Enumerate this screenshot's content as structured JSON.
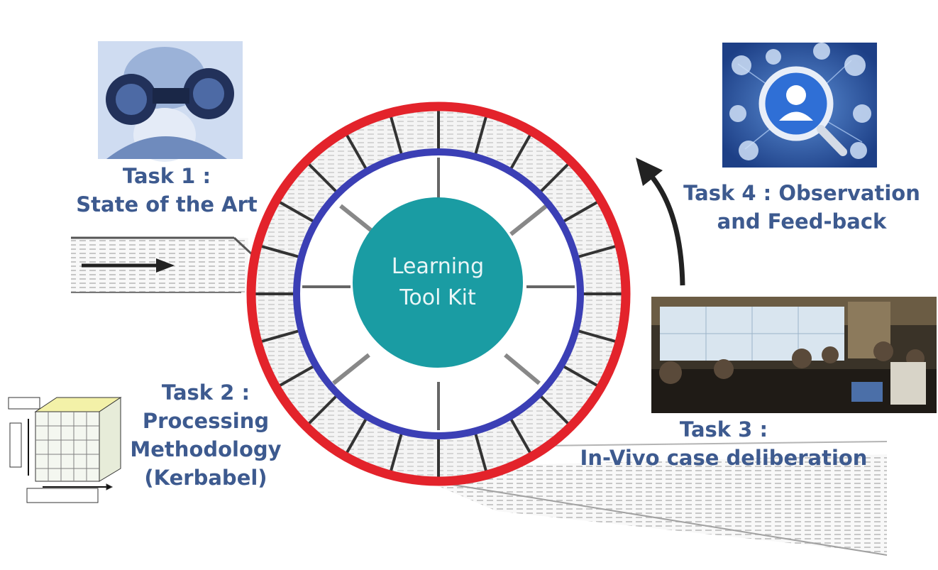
{
  "center": {
    "line1": "Learning",
    "line2": "Tool Kit"
  },
  "tasks": [
    {
      "line1": "Task 1 :",
      "line2": "State of the Art"
    },
    {
      "line1": "Task 2 :",
      "line2": "Processing",
      "line3": "Methodology",
      "line4": "(Kerbabel)"
    },
    {
      "line1": "Task 3 :",
      "line2": "In-Vivo case deliberation"
    },
    {
      "line1": "Task 4 : Observation",
      "line2": "and Feed-back"
    }
  ],
  "colors": {
    "outer_ring": "#e3232b",
    "inner_ring": "#3b3fb5",
    "center_circle": "#1a9ca3",
    "label_text": "#3d5a8f"
  },
  "icons": [
    "binoculars-person-photo",
    "network-magnifier-icon",
    "control-room-photo",
    "data-cube-icon",
    "flow-arrow-icon",
    "curved-arrow-icon"
  ]
}
